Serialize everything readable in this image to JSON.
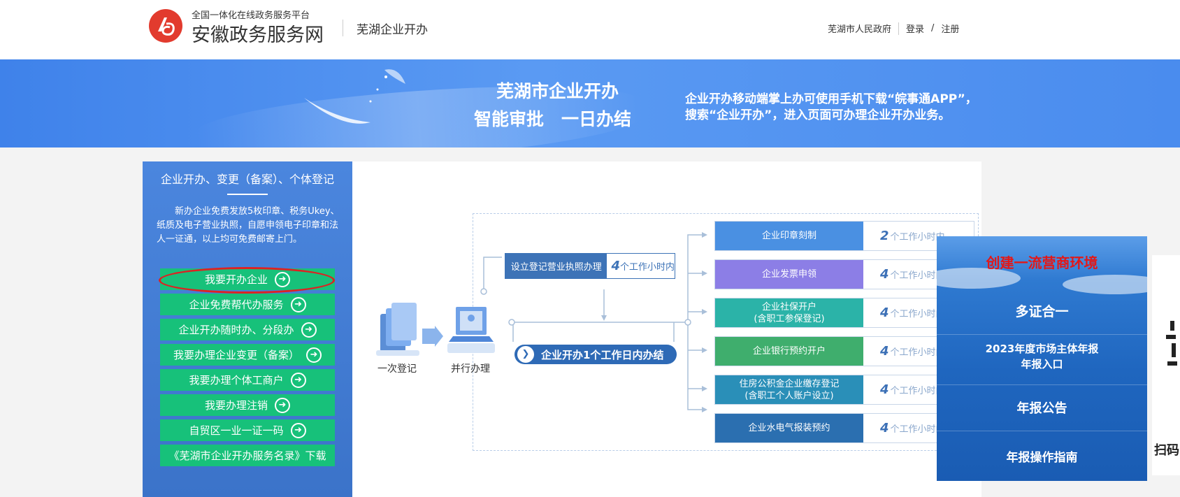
{
  "header": {
    "platform_small": "全国一体化在线政务服务平台",
    "platform_name": "安徽政务服务网",
    "section": "芜湖企业开办",
    "gov_link": "芜湖市人民政府",
    "login": "登录",
    "slash": "/",
    "register": "注册"
  },
  "banner": {
    "title1": "芜湖市企业开办",
    "title2": "智能审批　一日办结",
    "note1": "企业开办移动端掌上办可使用手机下载“皖事通APP”，",
    "note2": "搜索“企业开办”，进入页面可办理企业开办业务。"
  },
  "left_panel": {
    "title": "企业开办、变更（备案）、个体登记",
    "desc": "新办企业免费发放5枚印章、税务Ukey、纸质及电子营业执照，自愿申领电子印章和法人一证通，以上均可免费邮寄上门。",
    "buttons": [
      {
        "label": "我要开办企业"
      },
      {
        "label": "企业免费帮代办服务"
      },
      {
        "label": "企业开办随时办、分段办"
      },
      {
        "label": "我要办理企业变更（备案）"
      },
      {
        "label": "我要办理个体工商户"
      },
      {
        "label": "我要办理注销"
      },
      {
        "label": "自贸区一业一证一码"
      },
      {
        "label": "《芜湖市企业开办服务名录》下载"
      }
    ]
  },
  "flow": {
    "step_register": "一次登记",
    "step_parallel": "并行办理",
    "node_license": "设立登记营业执照办理",
    "node_license_num": "4",
    "node_license_unit": "个工作小时内",
    "main_label": "企业开办1个工作日内办结",
    "items": [
      {
        "label": "企业印章刻制",
        "num": "2",
        "unit": "个工作小时内",
        "color": "#4a90e2"
      },
      {
        "label": "企业发票申领",
        "num": "4",
        "unit": "个工作小时内",
        "color": "#8c7ee6"
      },
      {
        "label": "企业社保开户\n(含职工参保登记)",
        "num": "4",
        "unit": "个工作小时内",
        "color": "#2bb3a8"
      },
      {
        "label": "企业银行预约开户",
        "num": "4",
        "unit": "个工作小时内",
        "color": "#3fae6d"
      },
      {
        "label": "住房公积金企业缴存登记\n(含职工个人账户设立)",
        "num": "4",
        "unit": "个工作小时内",
        "color": "#2a8fb8"
      },
      {
        "label": "企业水电气报装预约",
        "num": "4",
        "unit": "个工作小时内",
        "color": "#2b6fb0"
      }
    ]
  },
  "ad": {
    "title": "创建一流营商环境",
    "item1": "多证合一",
    "item2_line1": "2023年度市场主体年报",
    "item2_line2": "年报入口",
    "item3": "年报公告",
    "item4": "年报操作指南"
  },
  "right_fragment": {
    "text": "扫码"
  },
  "colors": {
    "accent_blue": "#4a86e0",
    "button_green": "#17c17a",
    "highlight_red": "#dd2222"
  }
}
